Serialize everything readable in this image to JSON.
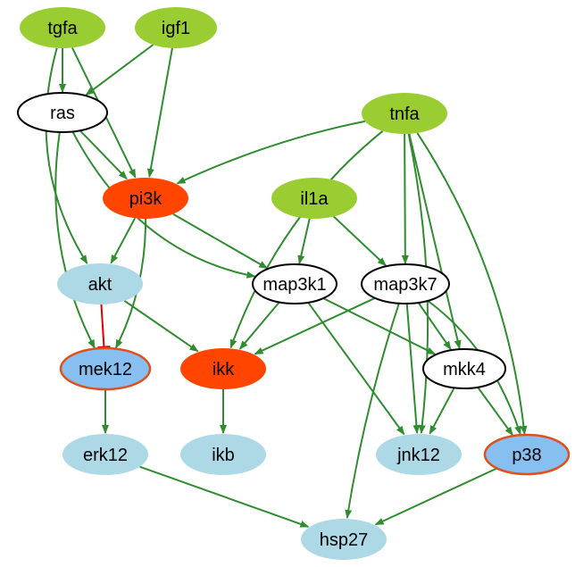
{
  "diagram": {
    "type": "signaling-network",
    "colors": {
      "stimulus": "#9acd32",
      "inhibitor_target": "#ff4500",
      "measured": "#add8e6",
      "measured_highlight": "#87bff0",
      "highlight_border": "#e0501b",
      "activation": "#2f8c2f",
      "inhibition": "#e00000",
      "plain_fill": "#ffffff",
      "plain_border": "#000000"
    },
    "nodes": [
      {
        "id": "tgfa",
        "label": "tgfa",
        "role": "stimulus"
      },
      {
        "id": "igf1",
        "label": "igf1",
        "role": "stimulus"
      },
      {
        "id": "ras",
        "label": "ras",
        "role": "plain"
      },
      {
        "id": "tnfa",
        "label": "tnfa",
        "role": "stimulus"
      },
      {
        "id": "pi3k",
        "label": "pi3k",
        "role": "inhibitor_target"
      },
      {
        "id": "il1a",
        "label": "il1a",
        "role": "stimulus"
      },
      {
        "id": "akt",
        "label": "akt",
        "role": "measured"
      },
      {
        "id": "map3k1",
        "label": "map3k1",
        "role": "plain"
      },
      {
        "id": "map3k7",
        "label": "map3k7",
        "role": "plain"
      },
      {
        "id": "mek12",
        "label": "mek12",
        "role": "measured_highlight"
      },
      {
        "id": "ikk",
        "label": "ikk",
        "role": "inhibitor_target"
      },
      {
        "id": "mkk4",
        "label": "mkk4",
        "role": "plain"
      },
      {
        "id": "erk12",
        "label": "erk12",
        "role": "measured"
      },
      {
        "id": "ikb",
        "label": "ikb",
        "role": "measured"
      },
      {
        "id": "jnk12",
        "label": "jnk12",
        "role": "measured"
      },
      {
        "id": "p38",
        "label": "p38",
        "role": "measured_highlight"
      },
      {
        "id": "hsp27",
        "label": "hsp27",
        "role": "measured"
      }
    ],
    "edges": [
      {
        "from": "tgfa",
        "to": "ras",
        "type": "activation"
      },
      {
        "from": "tgfa",
        "to": "pi3k",
        "type": "activation"
      },
      {
        "from": "tgfa",
        "to": "akt",
        "type": "activation"
      },
      {
        "from": "igf1",
        "to": "ras",
        "type": "activation"
      },
      {
        "from": "igf1",
        "to": "pi3k",
        "type": "activation"
      },
      {
        "from": "ras",
        "to": "pi3k",
        "type": "activation"
      },
      {
        "from": "ras",
        "to": "mek12",
        "type": "activation"
      },
      {
        "from": "ras",
        "to": "map3k1",
        "type": "activation"
      },
      {
        "from": "tnfa",
        "to": "pi3k",
        "type": "activation"
      },
      {
        "from": "tnfa",
        "to": "ikk",
        "type": "activation"
      },
      {
        "from": "tnfa",
        "to": "map3k7",
        "type": "activation"
      },
      {
        "from": "tnfa",
        "to": "mkk4",
        "type": "activation"
      },
      {
        "from": "tnfa",
        "to": "jnk12",
        "type": "activation"
      },
      {
        "from": "tnfa",
        "to": "p38",
        "type": "activation"
      },
      {
        "from": "pi3k",
        "to": "akt",
        "type": "activation"
      },
      {
        "from": "pi3k",
        "to": "mek12",
        "type": "activation"
      },
      {
        "from": "pi3k",
        "to": "map3k1",
        "type": "activation"
      },
      {
        "from": "il1a",
        "to": "map3k1",
        "type": "activation"
      },
      {
        "from": "il1a",
        "to": "map3k7",
        "type": "activation"
      },
      {
        "from": "akt",
        "to": "mek12",
        "type": "inhibition"
      },
      {
        "from": "akt",
        "to": "ikk",
        "type": "activation"
      },
      {
        "from": "map3k1",
        "to": "ikk",
        "type": "activation"
      },
      {
        "from": "map3k1",
        "to": "mkk4",
        "type": "activation"
      },
      {
        "from": "map3k1",
        "to": "jnk12",
        "type": "activation"
      },
      {
        "from": "map3k7",
        "to": "ikk",
        "type": "activation"
      },
      {
        "from": "map3k7",
        "to": "mkk4",
        "type": "activation"
      },
      {
        "from": "map3k7",
        "to": "jnk12",
        "type": "activation"
      },
      {
        "from": "map3k7",
        "to": "hsp27",
        "type": "activation"
      },
      {
        "from": "map3k7",
        "to": "p38",
        "type": "activation"
      },
      {
        "from": "mek12",
        "to": "erk12",
        "type": "activation"
      },
      {
        "from": "ikk",
        "to": "ikb",
        "type": "activation"
      },
      {
        "from": "mkk4",
        "to": "jnk12",
        "type": "activation"
      },
      {
        "from": "mkk4",
        "to": "p38",
        "type": "activation"
      },
      {
        "from": "erk12",
        "to": "hsp27",
        "type": "activation"
      },
      {
        "from": "p38",
        "to": "hsp27",
        "type": "activation"
      }
    ]
  }
}
